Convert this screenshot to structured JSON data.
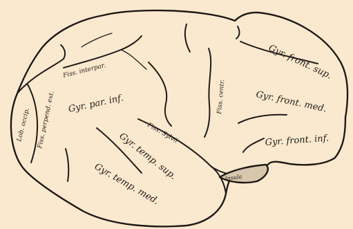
{
  "figure": {
    "background": "#fbe9cf",
    "ink": "#1e1a16"
  },
  "labels": {
    "lob_occip": "Lob. occip.",
    "fiss_perpend": "Fiss. perpend. ext.",
    "fiss_interpar": "Fiss. interpar.",
    "gyr_par_inf": "Gyr. par. inf.",
    "fiss_centr": "Fiss. centr.",
    "gyr_front_sup": "Gyr. front. sup.",
    "gyr_front_med": "Gyr. front. med.",
    "gyr_front_inf": "Gyr. front. inf.",
    "fiss_sylvii": "Fiss. Sylvii",
    "gyr_temp_sup": "Gyr. temp. sup.",
    "gyr_temp_med": "Gyr. temp. med.",
    "insula": "Insula"
  }
}
